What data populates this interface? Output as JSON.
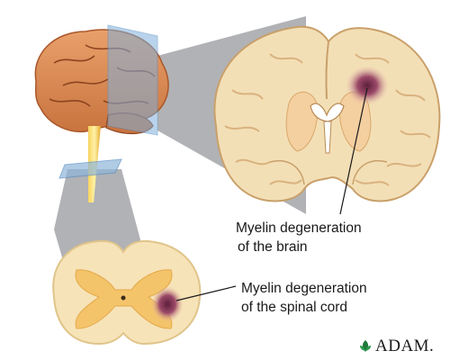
{
  "labels": {
    "brain_line1": "Myelin degeneration",
    "brain_line2": "of the brain",
    "cord_line1": "Myelin degeneration",
    "cord_line2": "of the spinal cord"
  },
  "brand": {
    "text": "ADAM.",
    "icon": "leaf-logo-icon"
  },
  "colors": {
    "brain_tissue": "#f3dfb6",
    "brain_outline": "#c9a06a",
    "grey_matter": "#f7c88f",
    "lesion": "#8a3a55",
    "whole_brain": "#d98a52",
    "spinal_gold": "#f4c04a",
    "callout_panel": "#a7a9ac",
    "slice_plane": "#8fb6d9"
  }
}
